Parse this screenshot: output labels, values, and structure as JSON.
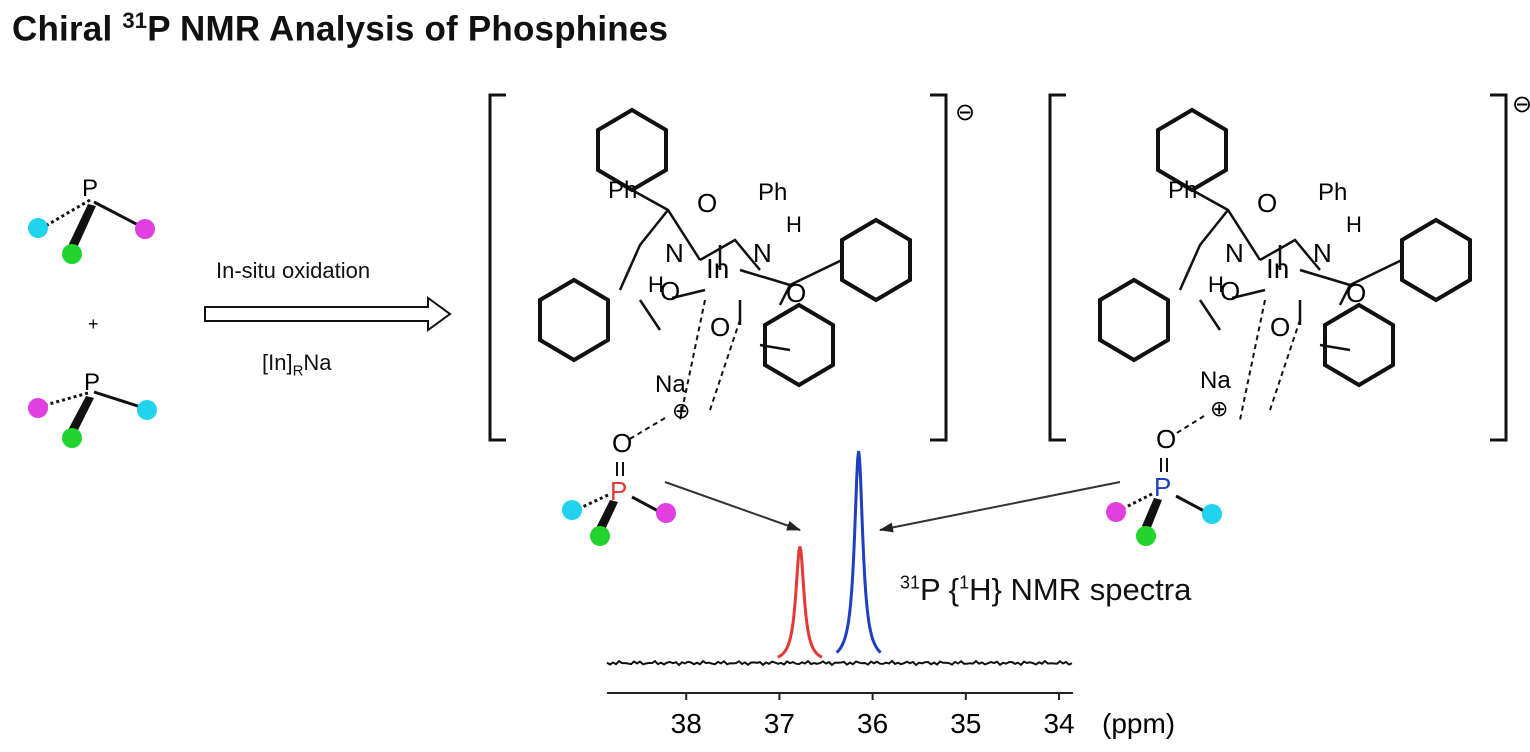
{
  "title": {
    "prefix": "Chiral ",
    "sup": "31",
    "rest": "P NMR Analysis of Phosphines"
  },
  "reaction": {
    "condition_top": "In-situ oxidation",
    "condition_bottom_prefix": "[In]",
    "condition_bottom_sub": "R",
    "condition_bottom_suffix": "Na",
    "plus": "+"
  },
  "phosphine": {
    "atom": "P",
    "oxygen": "O",
    "colors": {
      "substituent_a": "#22d3ee",
      "substituent_b": "#e040e0",
      "substituent_c": "#22d52e",
      "p_neutral": "#2e7d32",
      "p_red": "#e53935",
      "p_blue": "#1e3fbf"
    }
  },
  "complex": {
    "charge_anion": "⊖",
    "charge_cation": "⊕",
    "metal": "In",
    "counterion": "Na",
    "N": "N",
    "O": "O",
    "H": "H",
    "Ph": "Ph"
  },
  "spectrum": {
    "label_sup1": "31",
    "label_mid": "P {",
    "label_sup2": "1",
    "label_end": "H} NMR spectra",
    "axis_unit": "(ppm)",
    "ticks": [
      "38",
      "37",
      "36",
      "35",
      "34"
    ],
    "peaks": [
      {
        "ppm": 36.78,
        "height": 0.55,
        "color": "#e53935"
      },
      {
        "ppm": 36.15,
        "height": 1.0,
        "color": "#1e3fbf"
      }
    ]
  }
}
